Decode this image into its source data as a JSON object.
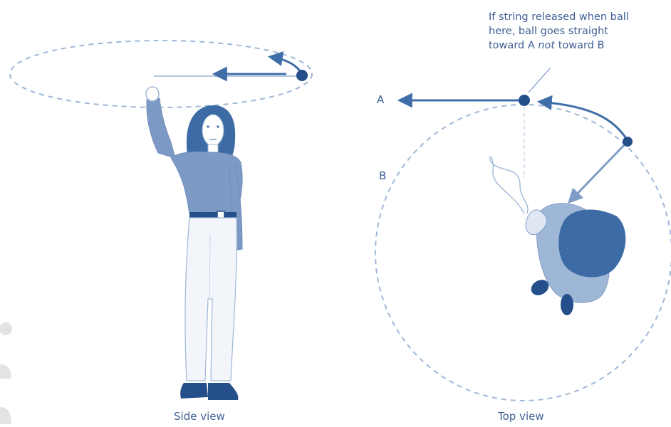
{
  "side_view": {
    "caption": "Side view"
  },
  "top_view": {
    "caption": "Top view",
    "label_a": "A",
    "label_b": "B",
    "callout": {
      "line1": "If string released when ball",
      "line2": "here, ball goes straight",
      "line3_prefix": "toward A ",
      "line3_emphasis": "not",
      "line3_suffix": " toward B"
    }
  },
  "colors": {
    "primary": "#3f6ea8",
    "dark": "#244f8a",
    "light": "#9fb7d6",
    "pale": "#e8eef6",
    "shirt": "#7f9cc7",
    "text": "#3f5f95"
  }
}
